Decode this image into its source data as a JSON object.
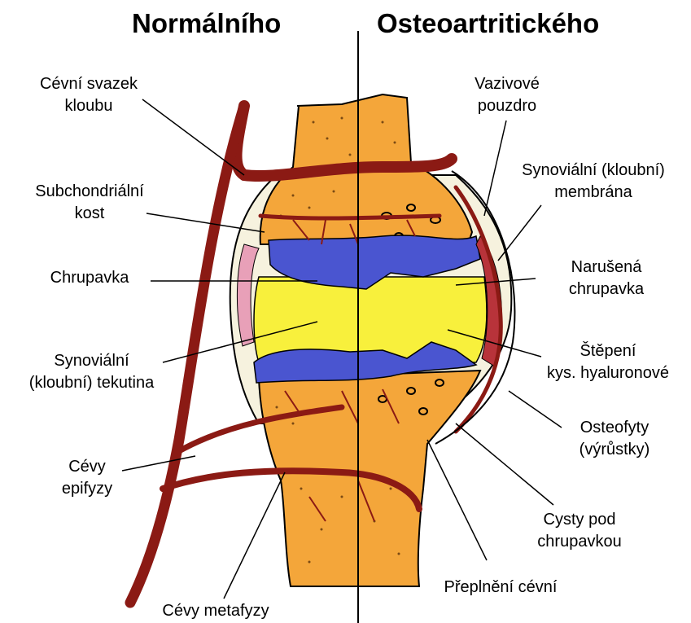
{
  "titles": {
    "left": "Normálního",
    "right": "Osteoartritického"
  },
  "labels": {
    "cevni_svazek": [
      "Cévní svazek",
      "kloubu"
    ],
    "subchondralni": [
      "Subchondriální",
      "kost"
    ],
    "chrupavka": [
      "Chrupavka"
    ],
    "synovialni_tekutina": [
      "Synoviální",
      "(kloubní) tekutina"
    ],
    "cevy_epifyzy": [
      "Cévy",
      "epifyzy"
    ],
    "cevy_metafyzy": [
      "Cévy metafyzy"
    ],
    "vazivove_pouzdro": [
      "Vazivové",
      "pouzdro"
    ],
    "synovialni_membrana": [
      "Synoviální (kloubní)",
      "membrána"
    ],
    "narusena_chrupavka": [
      "Narušená",
      "chrupavka"
    ],
    "stepeni": [
      "Štěpení",
      "kys. hyaluronové"
    ],
    "osteofyty": [
      "Osteofyty",
      "(výrůstky)"
    ],
    "cysty": [
      "Cysty pod",
      "chrupavkou"
    ],
    "preplneni": [
      "Přeplnění cévní"
    ]
  },
  "colors": {
    "bone": "#F4A63A",
    "bone_dots": "#7A4A14",
    "cartilage": "#4A55D0",
    "fluid": "#F8F03C",
    "vessel": "#8B1A14",
    "pink": "#E8A0B8",
    "capsule": "#F4F0E0",
    "outline": "#000000"
  }
}
